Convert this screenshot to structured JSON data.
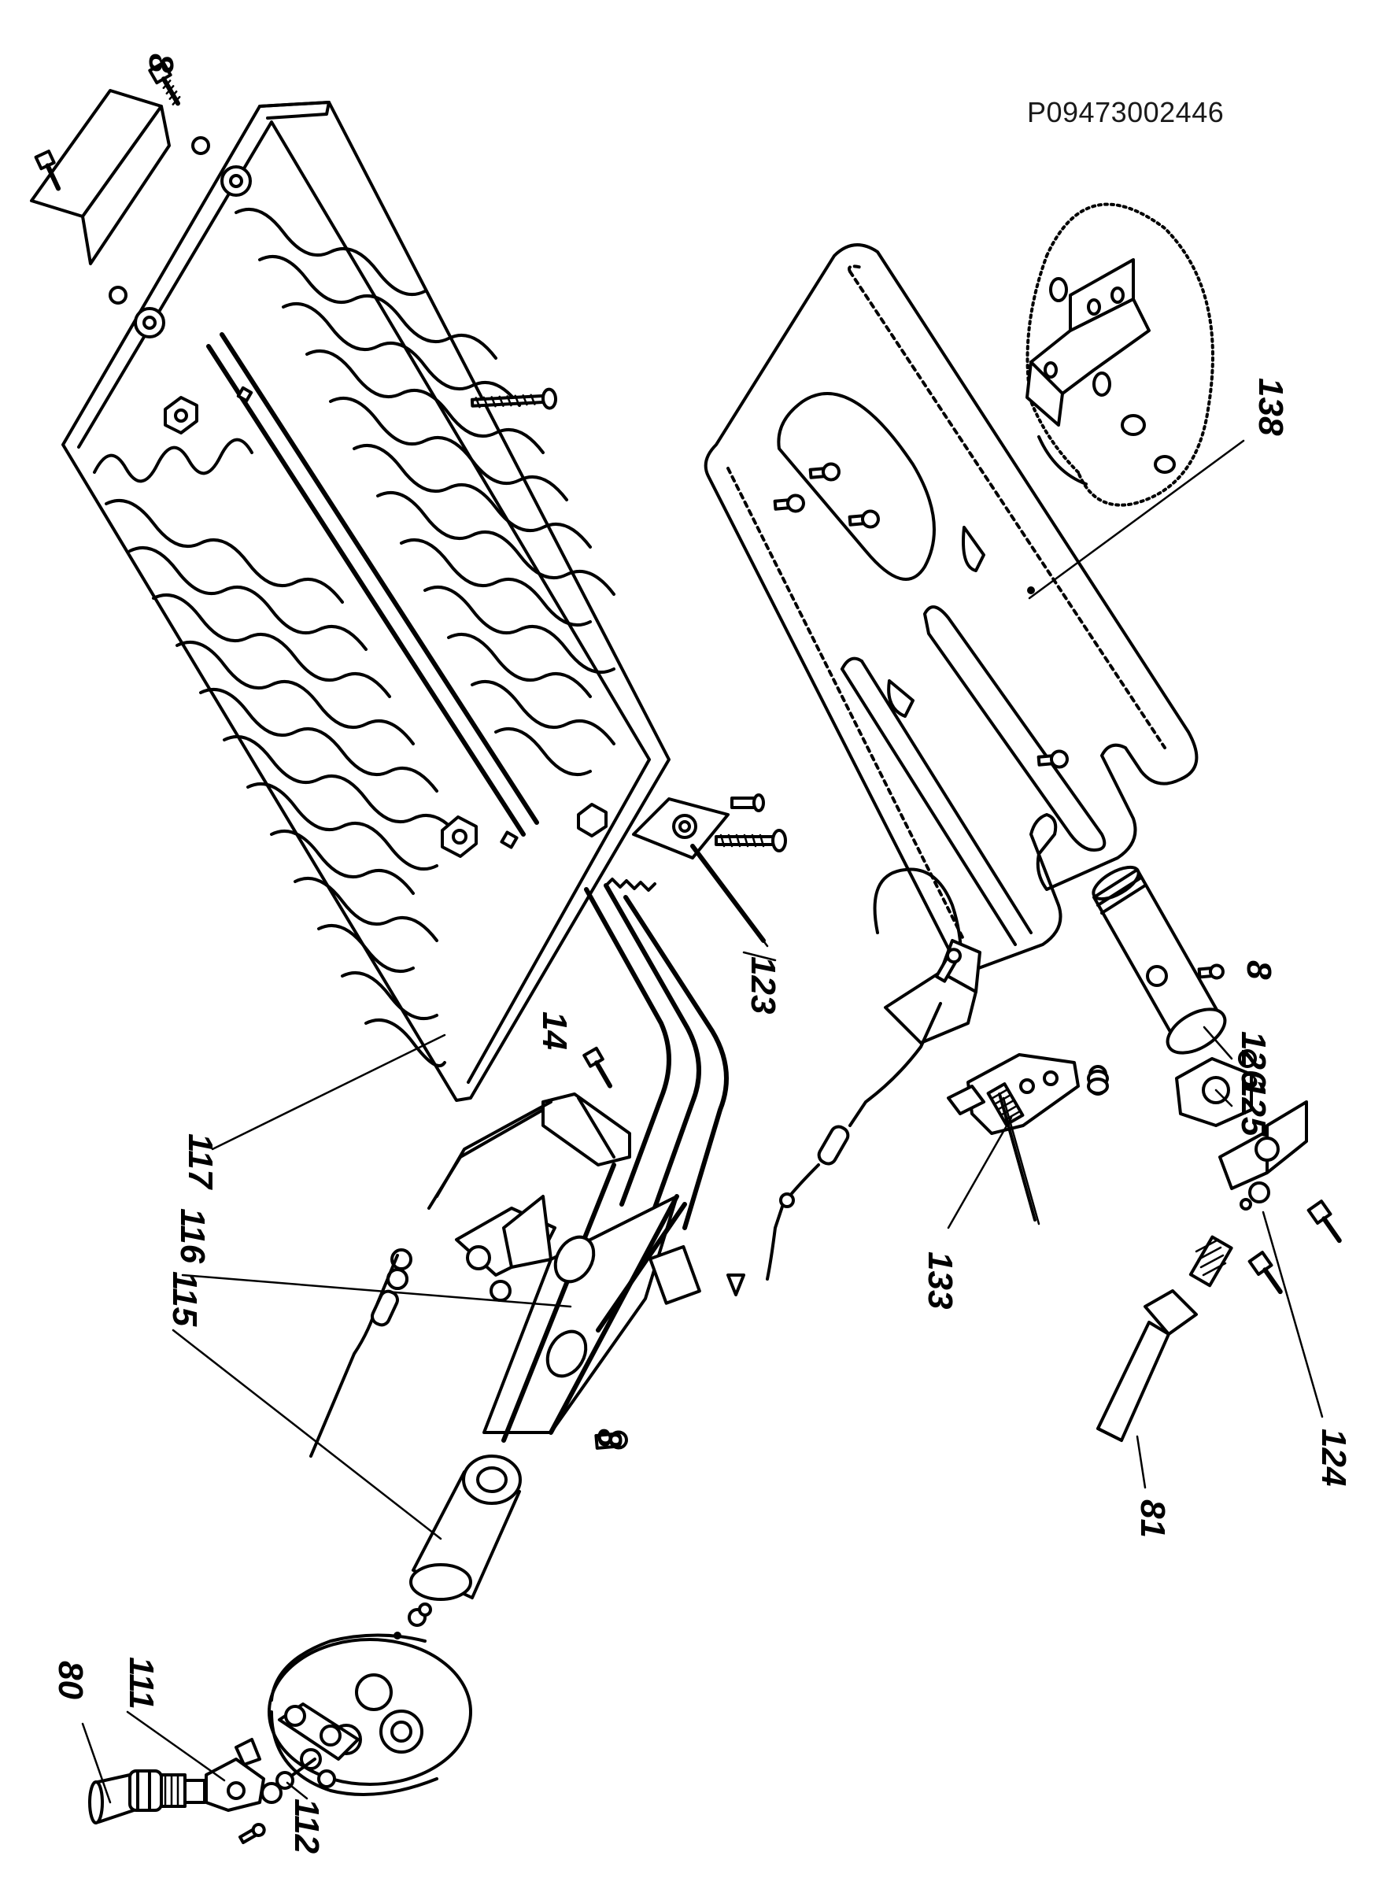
{
  "document_code": "P09473002446",
  "part_labels": {
    "p8_top": "8",
    "p14": "14",
    "p81": "81",
    "p80": "80",
    "p8_mid": "8",
    "p111": "111",
    "p112": "112",
    "p115": "115",
    "p116": "116",
    "p117": "117",
    "p123": "123",
    "p124": "124",
    "p125": "125",
    "p126": "126",
    "p133": "133",
    "p138": "138"
  },
  "colors": {
    "ink": "#000000",
    "paper": "#ffffff"
  }
}
